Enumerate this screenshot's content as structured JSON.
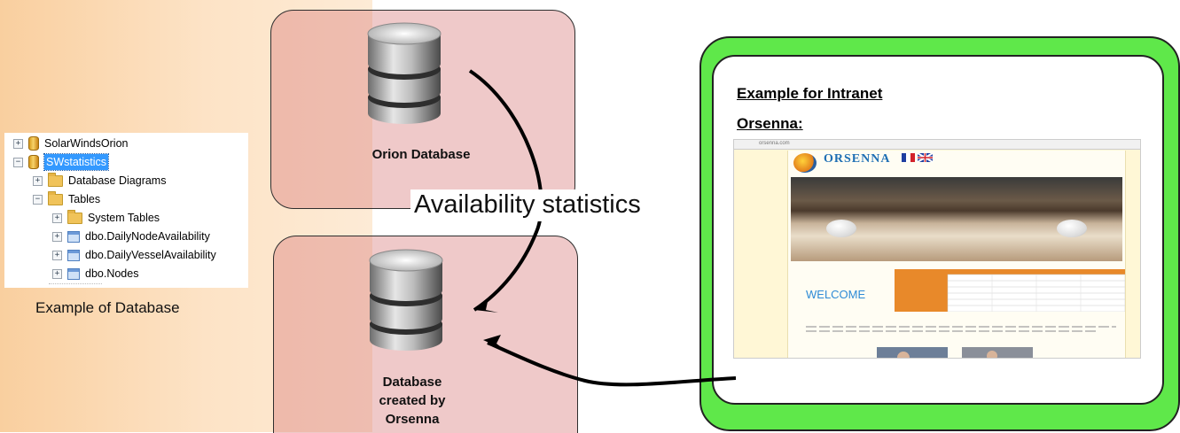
{
  "tree": {
    "items": [
      {
        "label": "SolarWindsOrion",
        "expander": "+",
        "icon": "database-icon",
        "indent": 0,
        "selected": false
      },
      {
        "label": "SWstatistics",
        "expander": "−",
        "icon": "database-icon",
        "indent": 0,
        "selected": true
      },
      {
        "label": "Database Diagrams",
        "expander": "+",
        "icon": "folder-icon",
        "indent": 1,
        "selected": false
      },
      {
        "label": "Tables",
        "expander": "−",
        "icon": "folder-icon",
        "indent": 1,
        "selected": false
      },
      {
        "label": "System Tables",
        "expander": "+",
        "icon": "folder-icon",
        "indent": 2,
        "selected": false
      },
      {
        "label": "dbo.DailyNodeAvailability",
        "expander": "+",
        "icon": "table-icon",
        "indent": 2,
        "selected": false
      },
      {
        "label": "dbo.DailyVesselAvailability",
        "expander": "+",
        "icon": "table-icon",
        "indent": 2,
        "selected": false
      },
      {
        "label": "dbo.Nodes",
        "expander": "+",
        "icon": "table-icon",
        "indent": 2,
        "selected": false
      }
    ],
    "caption": "Example of Database"
  },
  "orion_box": {
    "label": "Orion Database"
  },
  "created_box": {
    "label_lines": [
      "Database",
      "created by",
      "Orsenna"
    ]
  },
  "arrow_label": "Availability statistics",
  "intranet": {
    "title_line1": "Example for Intranet",
    "title_line2": "Orsenna:",
    "browser_url": "orsenna.com",
    "logo_text": "ORSENNA",
    "welcome": "WELCOME"
  },
  "colors": {
    "left_bg": "#f9cf9f",
    "box_fill": "#d67878",
    "green_frame": "#5fe84a",
    "selection": "#3399ff",
    "welcome_text": "#2e8bd6"
  }
}
